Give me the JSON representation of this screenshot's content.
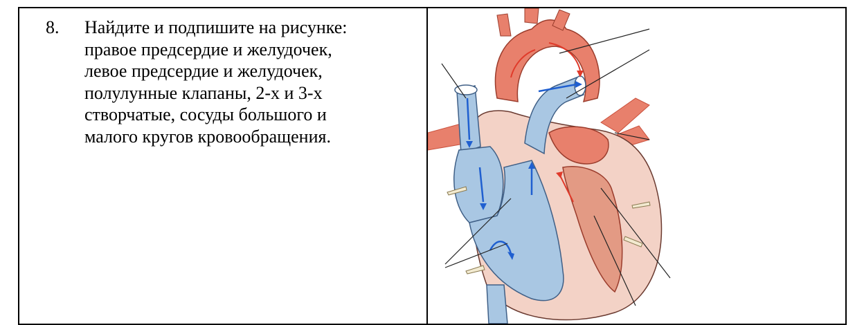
{
  "task": {
    "number": "8.",
    "lines": [
      "Найдите и подпишите на рисунке:",
      "правое предсердие и желудочек,",
      "левое предсердие и желудочек,",
      "полулунные клапаны, 2-х и 3-х",
      "створчатые, сосуды большого и",
      "малого кругов кровообращения."
    ]
  },
  "figure": {
    "subject": "heart-cross-section-diagram",
    "colors": {
      "oxygenated": "#e8806c",
      "oxygenated_dark": "#c9503c",
      "deoxygenated": "#a9c7e3",
      "deoxygenated_dark": "#5d8ab8",
      "flow_arrow_blue": "#1f5fd0",
      "flow_arrow_red": "#e03a2a",
      "myocardium": "#f3d2c6",
      "label_pointer_fill": "#f2ead0"
    }
  }
}
